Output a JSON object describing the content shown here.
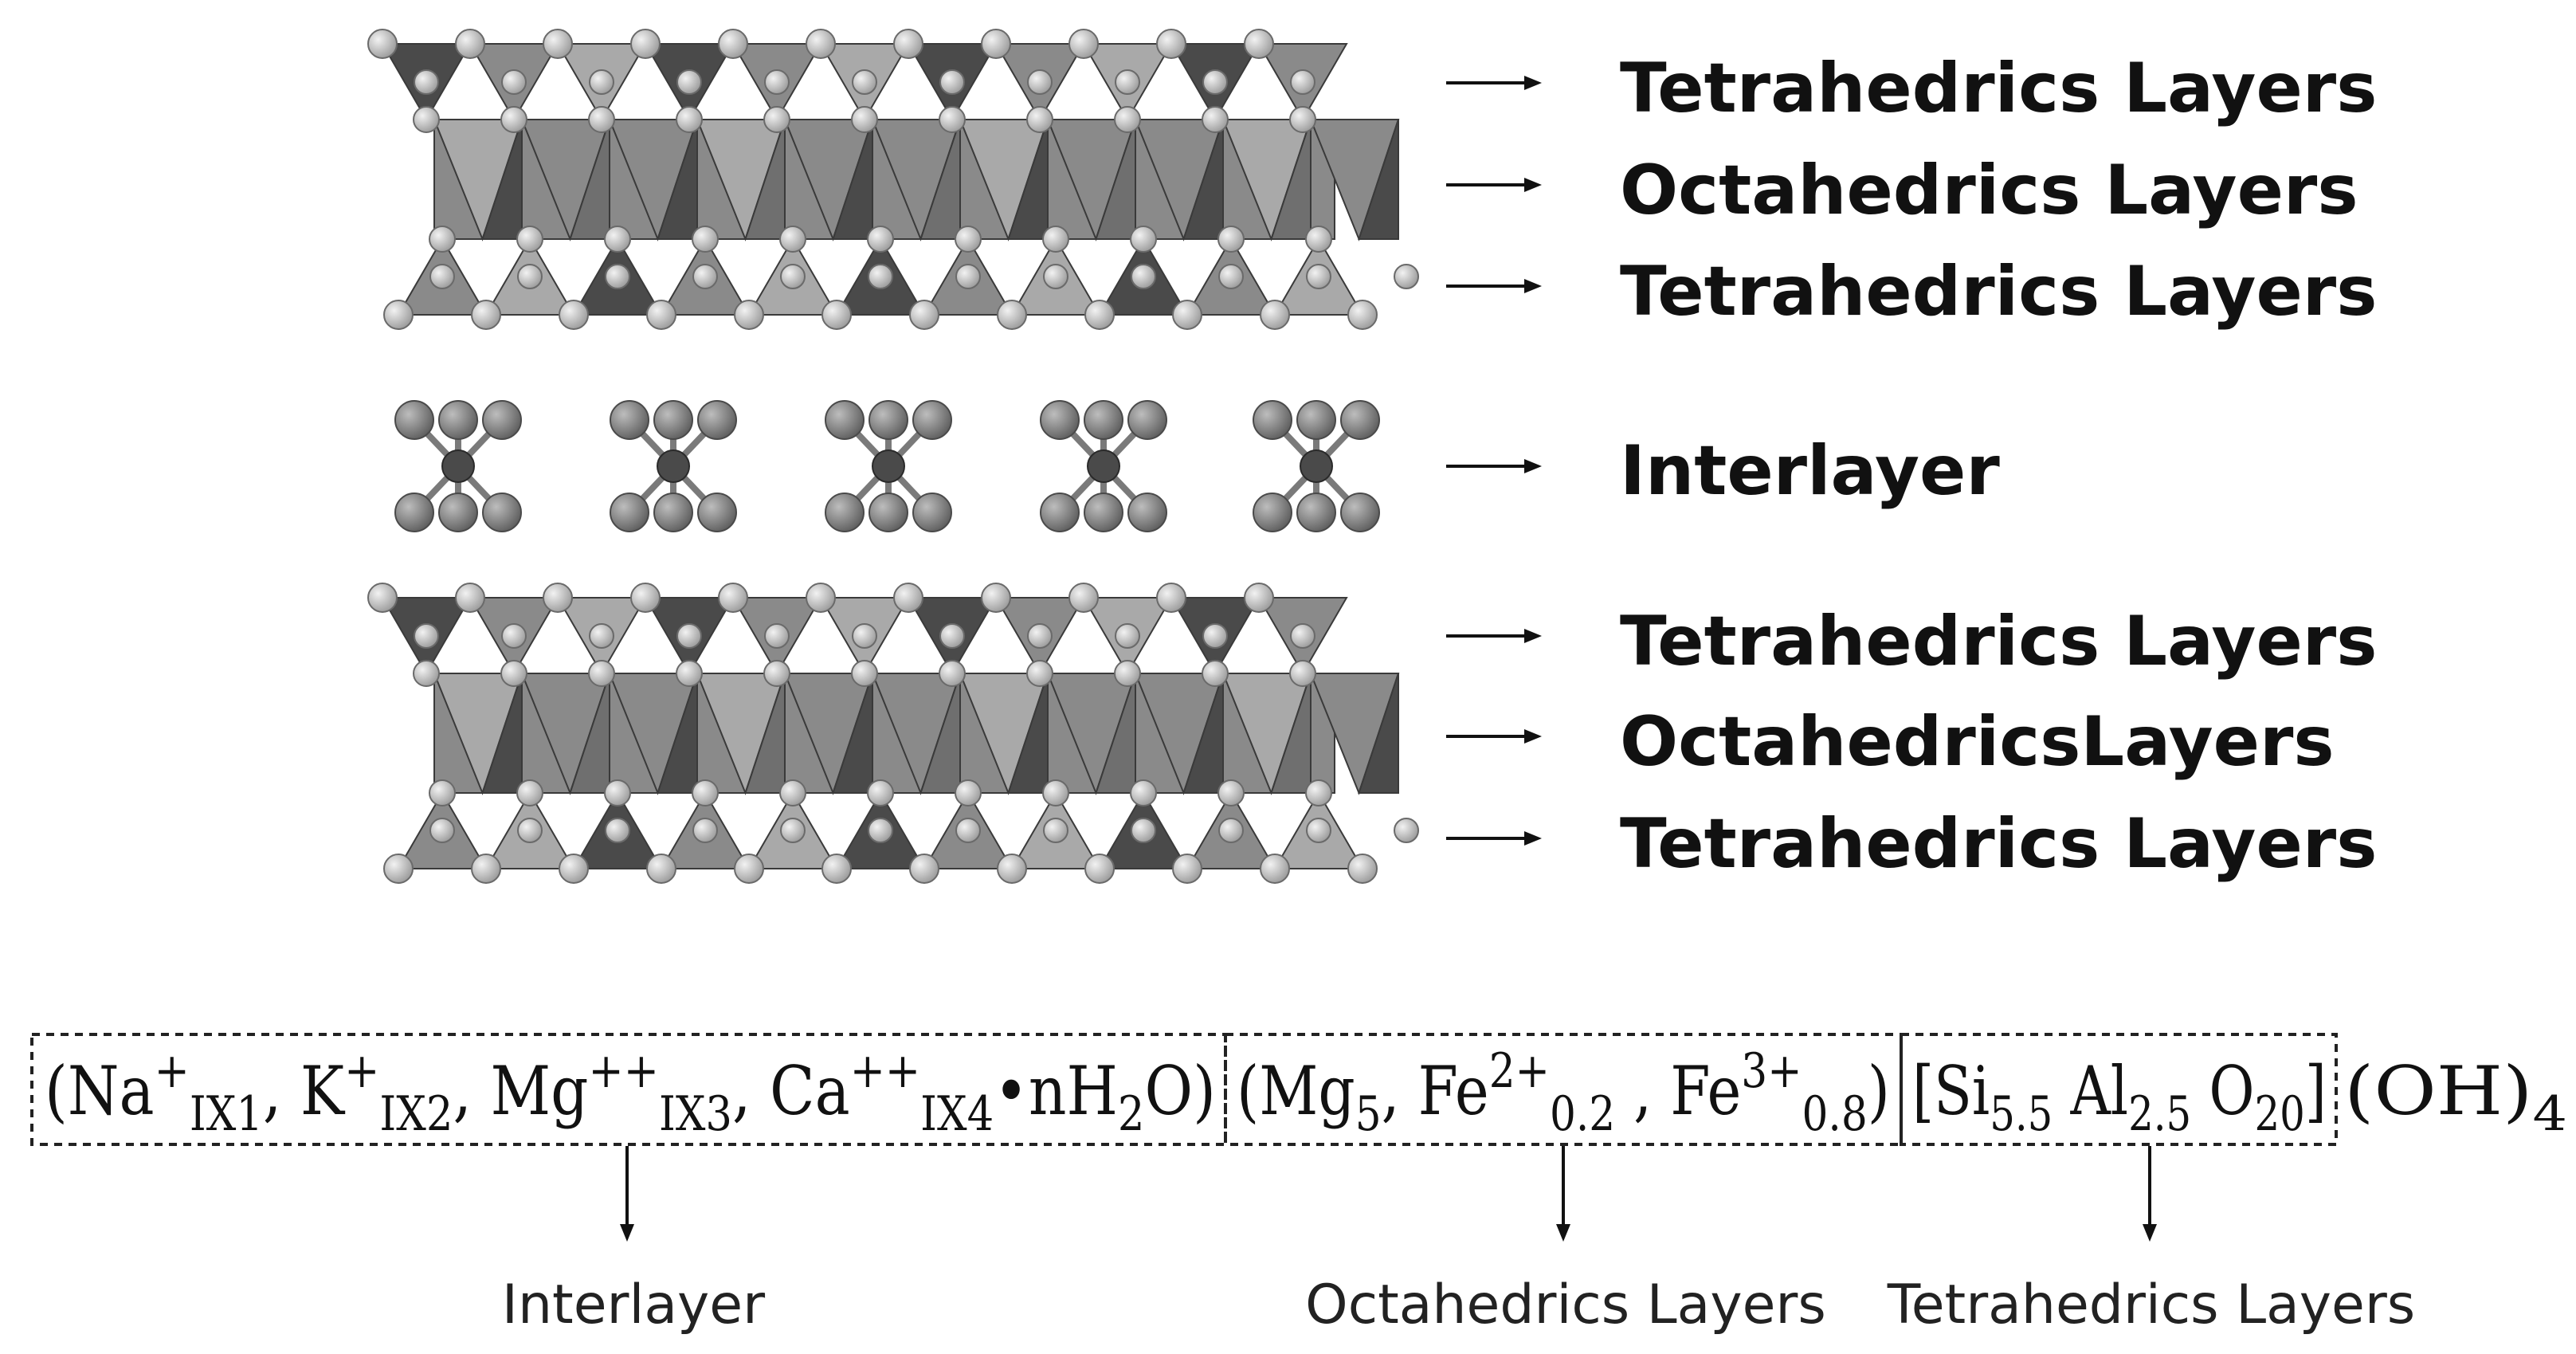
{
  "structure_labels": [
    "Tetrahedrics Layers",
    "Octahedrics Layers",
    "Tetrahedrics Layers",
    "Interlayer",
    "Tetrahedrics Layers",
    "OctahedricsLayers",
    "Tetrahedrics Layers"
  ],
  "formula": {
    "interlayer": {
      "open": "(Na",
      "na_sup": "+",
      "na_sub": "IX1",
      "k": ", K",
      "k_sup": "+",
      "k_sub": "IX2",
      "mg": ", Mg",
      "mg_sup": "++",
      "mg_sub": "IX3",
      "ca": ", Ca",
      "ca_sup": "++",
      "ca_sub": "IX4",
      "water": "•nH",
      "water_sub": "2",
      "close": "O)"
    },
    "octahedral": {
      "open": "(Mg",
      "mg_sub": "5",
      "fe2": ", Fe",
      "fe2_sup": "2+",
      "fe2_sub": "0.2",
      "fe3": " , Fe",
      "fe3_sup": "3+",
      "fe3_sub": "0.8",
      "close": ")"
    },
    "tetrahedral": {
      "open": "[Si",
      "si_sub": "5.5",
      "al": " Al",
      "al_sub": "2.5",
      "o": " O",
      "o_sub": "20",
      "close": "]"
    },
    "hydroxyl": {
      "text": "(OH)",
      "sub": "4"
    }
  },
  "bottom_labels": {
    "interlayer": "Interlayer",
    "octahedral": "Octahedrics Layers",
    "tetrahedral": "Tetrahedrics Layers"
  },
  "colors": {
    "dark_polyhedron": "#4a4a4a",
    "mid_polyhedron": "#8a8a8a",
    "light_polyhedron": "#a9a9a9",
    "atom": "#d8d8d8",
    "atom_stroke": "#6a6a6a",
    "interlayer_atom": "#8e8e8e"
  }
}
